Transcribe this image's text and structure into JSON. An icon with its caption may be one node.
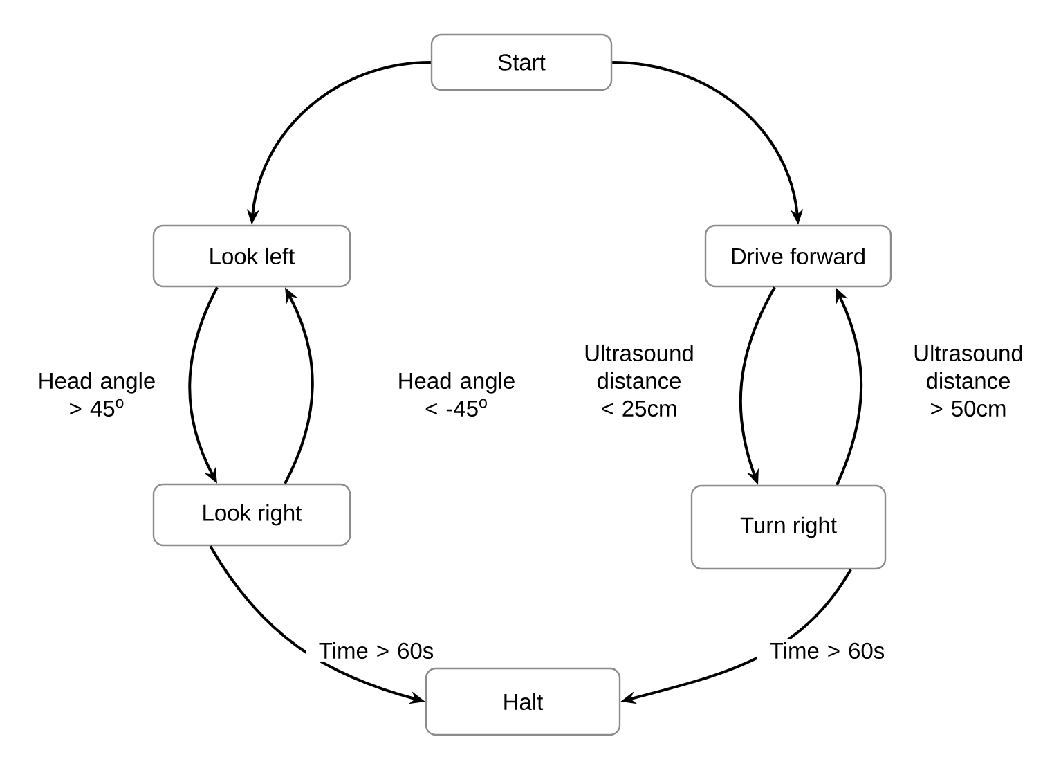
{
  "diagram": {
    "nodes": [
      {
        "text": [
          "Start"
        ]
      },
      {
        "text": [
          "Look left"
        ]
      },
      {
        "text": [
          "Drive forward"
        ]
      },
      {
        "text": [
          "Look right"
        ]
      },
      {
        "text": [
          "Turn right"
        ]
      },
      {
        "text": [
          "Halt"
        ]
      }
    ],
    "edges": [
      {
        "from": 0,
        "to": 1,
        "arrow": "to"
      },
      {
        "from": 0,
        "to": 2,
        "arrow": "to"
      },
      {
        "from": 1,
        "to": 3,
        "arrow": "to",
        "label": "Head angle > 45$^{o}$"
      },
      {
        "from": 3,
        "to": 1,
        "arrow": "to",
        "label": "Head angle < -45$^{o}$"
      },
      {
        "from": 2,
        "to": 4,
        "arrow": "to",
        "label": "Ultrasound distance < 25cm"
      },
      {
        "from": 4,
        "to": 2,
        "arrow": "to",
        "label": "Ultrasound distance > 50cm"
      },
      {
        "from": 3,
        "to": 5,
        "arrow": "to",
        "label": "Time > 60s"
      },
      {
        "from": 4,
        "to": 5,
        "arrow": "to",
        "label": "Time > 60s"
      }
    ]
  }
}
